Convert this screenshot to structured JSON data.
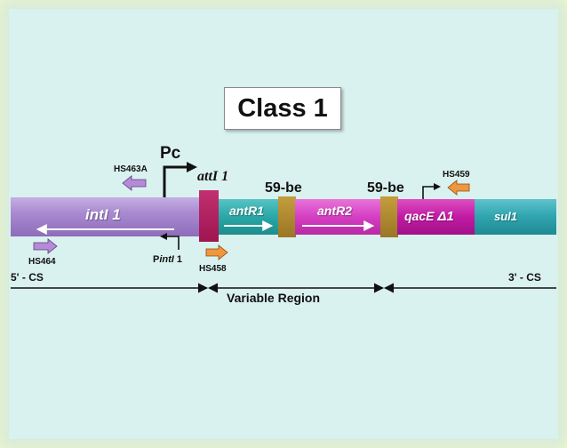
{
  "title": "Class 1",
  "labels": {
    "promoter_pc": "Pc",
    "att_site": "attI 1",
    "be_left": "59-be",
    "be_right": "59-be",
    "primer_hs463a": "HS463A",
    "primer_hs464": "HS464",
    "primer_hs458": "HS458",
    "primer_hs459": "HS459",
    "promoter_pintl_prefix": "P",
    "promoter_pintl_italic": "intI",
    "promoter_pintl_suffix": " 1",
    "cs5": "5' - CS",
    "cs3": "3' - CS",
    "variable_region": "Variable Region"
  },
  "genes": {
    "intl": "intI 1",
    "antR1": "antR1",
    "antR2": "antR2",
    "qacE_prefix": "qacE ",
    "qacE_delta": "Δ1",
    "sul1": "sul1"
  },
  "colors": {
    "intl": "#a98ad0",
    "att": "#b01a5a",
    "antR1": "#2aa7a7",
    "be": "#a8832a",
    "antR2": "#d63fc3",
    "qacE": "#c21aa4",
    "sul1": "#2fa4ae",
    "primer_purple": "#b58ad6",
    "primer_orange": "#f0963c"
  }
}
